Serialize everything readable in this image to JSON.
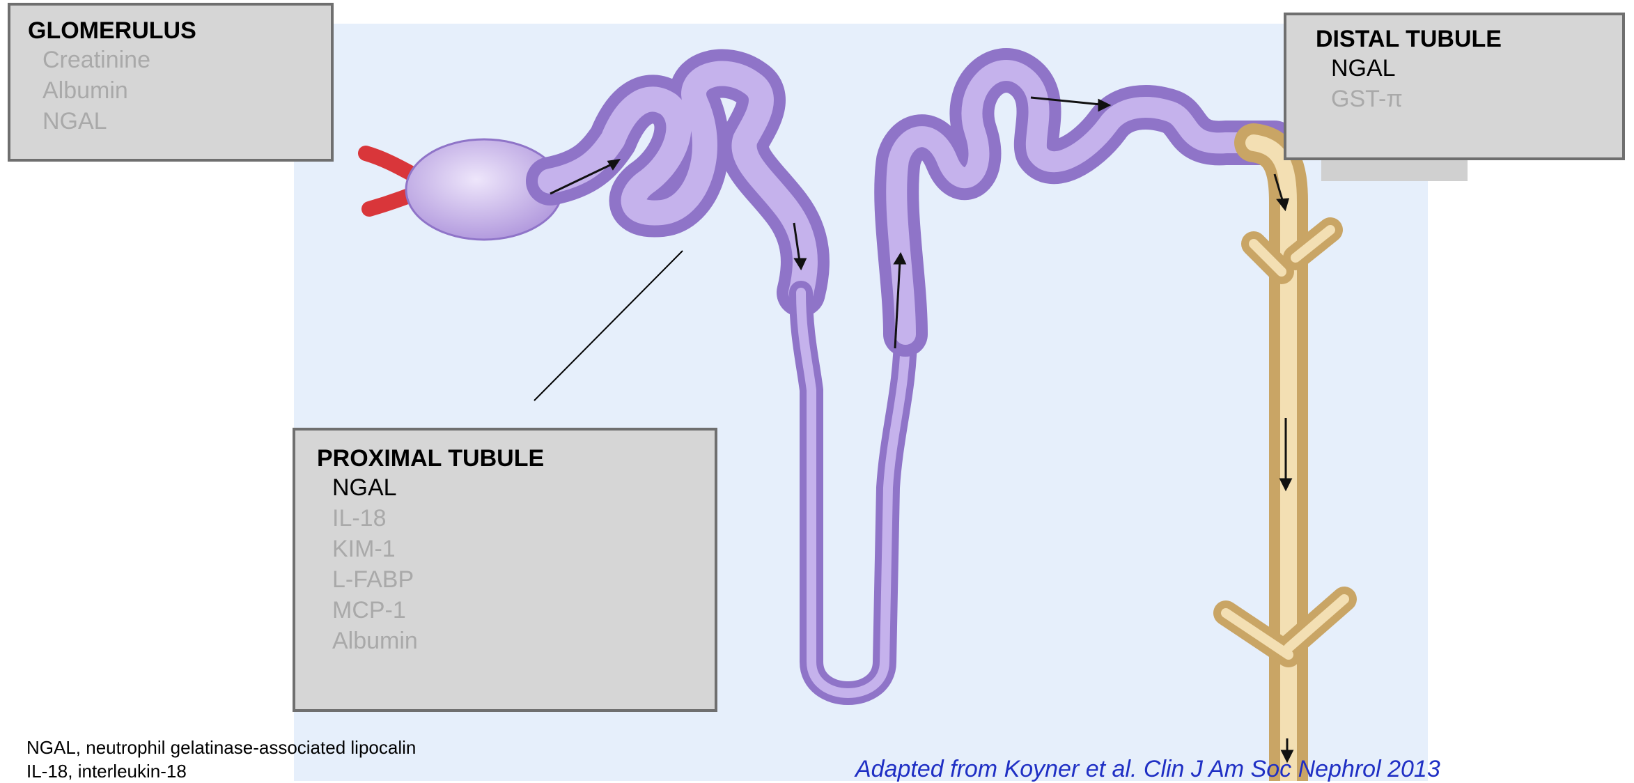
{
  "glomerulus": {
    "title": "GLOMERULUS",
    "items": [
      "Creatinine",
      "Albumin",
      "NGAL"
    ]
  },
  "distal": {
    "title": "DISTAL TUBULE",
    "items": [
      "NGAL",
      "GST-π"
    ]
  },
  "proximal": {
    "title": "PROXIMAL TUBULE",
    "items": [
      "NGAL",
      "IL-18",
      "KIM-1",
      "L-FABP",
      "MCP-1",
      "Albumin"
    ]
  },
  "footnotes": [
    "NGAL, neutrophil gelatinase-associated lipocalin",
    "IL-18, interleukin-18"
  ],
  "citation": "Adapted from Koyner et al. Clin J Am Soc Nephrol 2013",
  "colors": {
    "nephron": "#a78fd6",
    "collecting_duct": "#e7c98c",
    "afferent": "#d9363a",
    "citation": "#1f2fc4",
    "label_box": "#d6d6d6"
  }
}
